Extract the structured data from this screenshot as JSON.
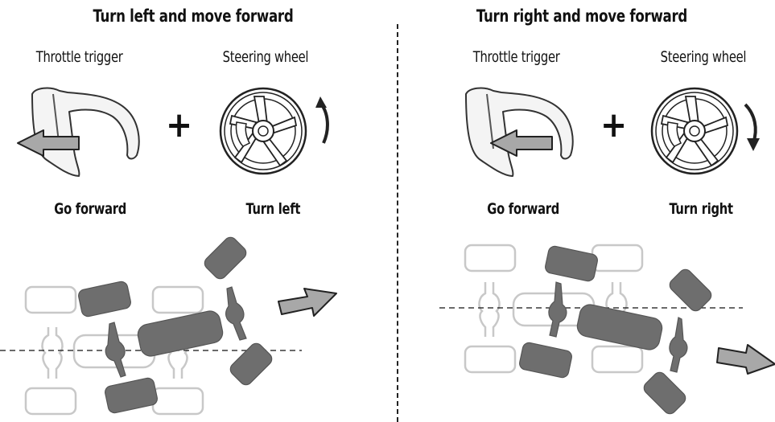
{
  "left_panel": {
    "title": "Turn left and move forward",
    "trigger_label": "Throttle trigger",
    "wheel_label": "Steering wheel",
    "plus": "+",
    "trigger_action": "Go forward",
    "wheel_action": "Turn left"
  },
  "right_panel": {
    "title": "Turn right and move forward",
    "trigger_label": "Throttle trigger",
    "wheel_label": "Steering wheel",
    "plus": "+",
    "trigger_action": "Go forward",
    "wheel_action": "Turn right"
  },
  "colors": {
    "car_fill": "#6e6e6e",
    "ghost_outline": "#c8c8c8",
    "arrow_fill": "#a8a8a8"
  }
}
